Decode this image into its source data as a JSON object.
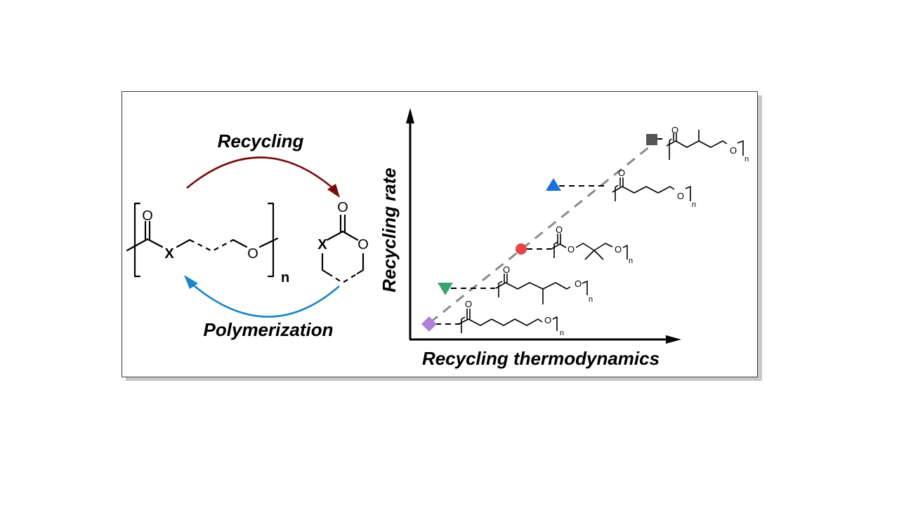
{
  "cycle": {
    "top_label": "Recycling",
    "bottom_label": "Polymerization",
    "recycling_arrow_color": "#7a0a0a",
    "polymerization_arrow_color": "#1a86c8",
    "polymer": {
      "carbonyl_O": "O",
      "heteroatom": "X",
      "ester_O": "O",
      "repeat": "n"
    },
    "monomer": {
      "carbonyl_O": "O",
      "heteroatom": "X",
      "ring_O": "O"
    }
  },
  "plot": {
    "y_axis_label": "Recycling rate",
    "x_axis_label": "Recycling thermodynamics",
    "trend_line_color": "#8a8a8a",
    "points": [
      {
        "id": "diamond",
        "marker": "diamond",
        "color": "#b07fd9",
        "rank": 1,
        "structure": "poly(ε-caprolactone)",
        "atoms": {
          "o1": "O",
          "o2": "O",
          "n": "n"
        }
      },
      {
        "id": "triangle-down",
        "marker": "triangle-down",
        "color": "#3aa46a",
        "rank": 2,
        "structure": "methyl-substituted polyester (branch at 4)",
        "atoms": {
          "o1": "O",
          "o2": "O",
          "n": "n"
        }
      },
      {
        "id": "circle",
        "marker": "circle",
        "color": "#e84545",
        "rank": 3,
        "structure": "poly(dimethyl trimethylene carbonate)",
        "atoms": {
          "o1": "O",
          "o2": "O",
          "o3": "O",
          "n": "n"
        }
      },
      {
        "id": "triangle-up",
        "marker": "triangle-up",
        "color": "#1a6fd9",
        "rank": 4,
        "structure": "poly(δ-valerolactone)",
        "atoms": {
          "o1": "O",
          "o2": "O",
          "n": "n"
        }
      },
      {
        "id": "square",
        "marker": "square",
        "color": "#555555",
        "rank": 5,
        "structure": "poly(β-methyl-δ-valerolactone)",
        "atoms": {
          "o1": "O",
          "o2": "O",
          "n": "n"
        }
      }
    ]
  }
}
